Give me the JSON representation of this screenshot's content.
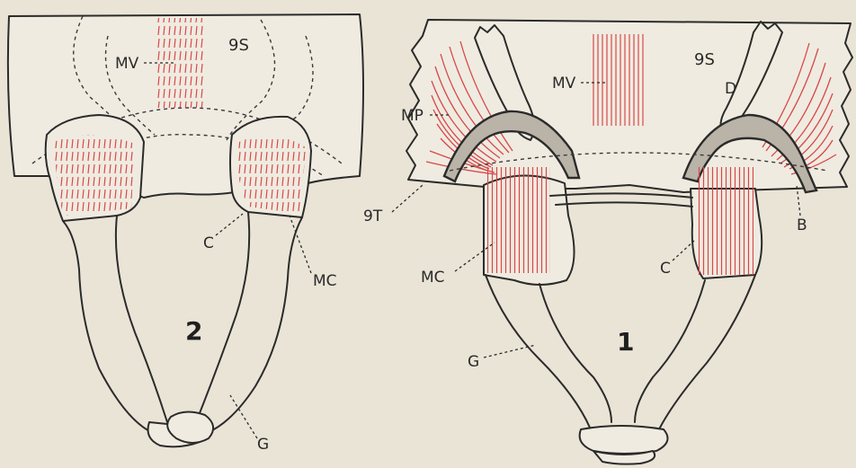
{
  "colors": {
    "paper": "#e9e4d6",
    "ink": "#2b2b2b",
    "muscle": "#d8474a"
  },
  "figure2": {
    "number": "2",
    "labels": {
      "s9": "9S",
      "mv": "MV",
      "c": "C",
      "mc": "MC",
      "g": "G"
    }
  },
  "figure1": {
    "number": "1",
    "labels": {
      "s9": "9S",
      "mv": "MV",
      "mp": "MP",
      "d": "D",
      "t9": "9T",
      "b": "B",
      "mc": "MC",
      "c": "C",
      "g": "G"
    }
  }
}
